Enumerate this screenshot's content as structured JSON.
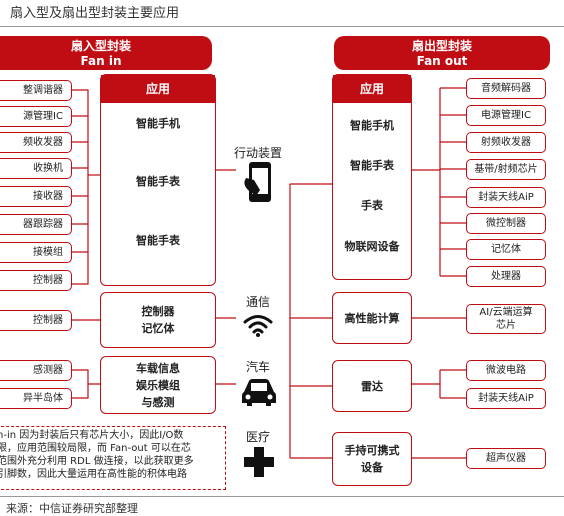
{
  "title": "扇入型及扇出型封装主要应用",
  "fan_in": {
    "banner_line1": "扇入型封装",
    "banner_line2": "Fan in",
    "app_header": "应用",
    "apps": [
      "智能手机",
      "智能手表",
      "智能手表"
    ],
    "mid2_lines": [
      "控制器",
      "记忆体"
    ],
    "mid3_lines": [
      "车载信息",
      "娱乐模组",
      "与感测"
    ],
    "components_group1": [
      "整调谐器",
      "源管理IC",
      "频收发器",
      "收换机",
      "接收器",
      "器跟踪器",
      "接模组",
      "控制器"
    ],
    "components_group2": [
      "控制器"
    ],
    "components_group3": [
      "感测器",
      "异半岛体"
    ]
  },
  "fan_out": {
    "banner_line1": "扇出型封装",
    "banner_line2": "Fan out",
    "app_header": "应用",
    "apps": [
      "智能手机",
      "智能手表",
      "手表",
      "物联网设备"
    ],
    "hpc": "高性能计算",
    "radar": "雷达",
    "handheld_lines": [
      "手持可携式",
      "设备"
    ],
    "components_group1": [
      "音频解码器",
      "电源管理IC",
      "射频收发器",
      "基带/射频芯片",
      "封装天线AiP",
      "微控制器",
      "记忆体",
      "处理器"
    ],
    "components_hpc_lines": [
      "AI/云端运算",
      "芯片"
    ],
    "components_radar": [
      "微波电路",
      "封装天线AiP"
    ],
    "components_handheld": [
      "超声仪器"
    ]
  },
  "center": {
    "mobile": "行动装置",
    "comm": "通信",
    "car": "汽车",
    "medical": "医疗"
  },
  "note_lines": [
    "n-in 因为封装后只有芯片大小，因此I/O数",
    "限，应用范围较局限，而 Fan-out 可以在芯",
    "范围外充分利用 RDL 做连接，以此获取更多",
    "引脚数，因此大量运用在高性能的积体电路"
  ],
  "source": "来源：中信证券研究部整理",
  "colors": {
    "accent": "#c00d14"
  }
}
